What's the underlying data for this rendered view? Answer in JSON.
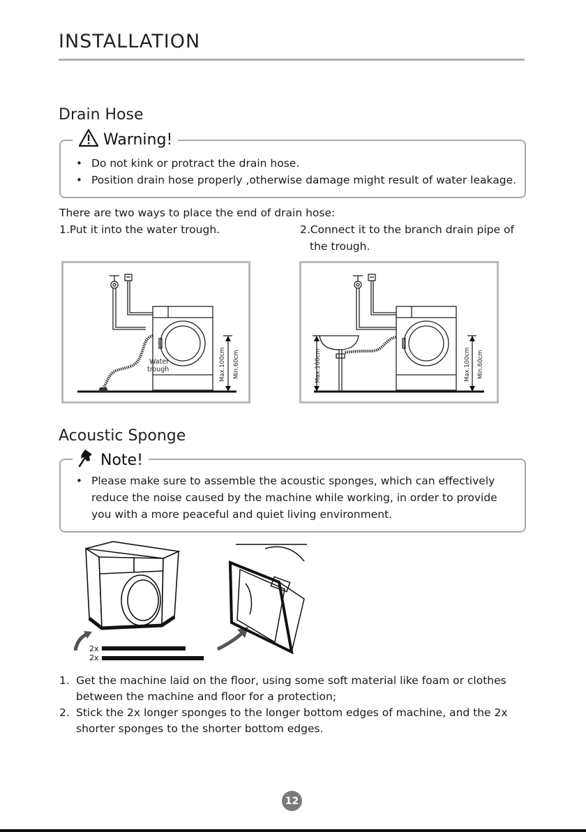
{
  "page": {
    "title": "INSTALLATION",
    "page_number": "12"
  },
  "drain_hose": {
    "heading": "Drain Hose",
    "warning": {
      "label": "Warning!",
      "items": [
        "Do not kink or protract the drain hose.",
        "Position drain hose properly ,otherwise damage might result of water leakage."
      ]
    },
    "intro": "There are two ways to place the end of drain hose:",
    "way1": "1.Put it into the water trough.",
    "way2_line1": "2.Connect it to the branch drain pipe of",
    "way2_line2": "the trough.",
    "fig1": {
      "water_label_1": "Water",
      "water_label_2": "trough",
      "max_label": "Max.100cm",
      "min_label": "Min.60cm"
    },
    "fig2": {
      "left_max_label": "Max.100cm",
      "max_label": "Max.100cm",
      "min_label": "Min.60cm"
    }
  },
  "acoustic_sponge": {
    "heading": "Acoustic Sponge",
    "note": {
      "label": "Note!",
      "lines": [
        "Please make sure to assemble the acoustic sponges, which can effectively",
        "reduce the noise caused by the machine while working, in order to provide",
        "you with a more peaceful and quiet living environment."
      ]
    },
    "sponge_qty_1": "2x",
    "sponge_qty_2": "2x",
    "steps": [
      {
        "num": "1.",
        "lines": [
          "Get the machine laid on the floor, using some soft material like foam or clothes",
          "between the machine and floor for a protection;"
        ]
      },
      {
        "num": "2.",
        "lines": [
          "Stick the 2x longer sponges to the longer bottom edges of machine, and the 2x",
          "shorter sponges to the shorter bottom edges."
        ]
      }
    ]
  },
  "icons": {
    "warning": "warning-triangle-icon",
    "note": "pushpin-icon"
  }
}
